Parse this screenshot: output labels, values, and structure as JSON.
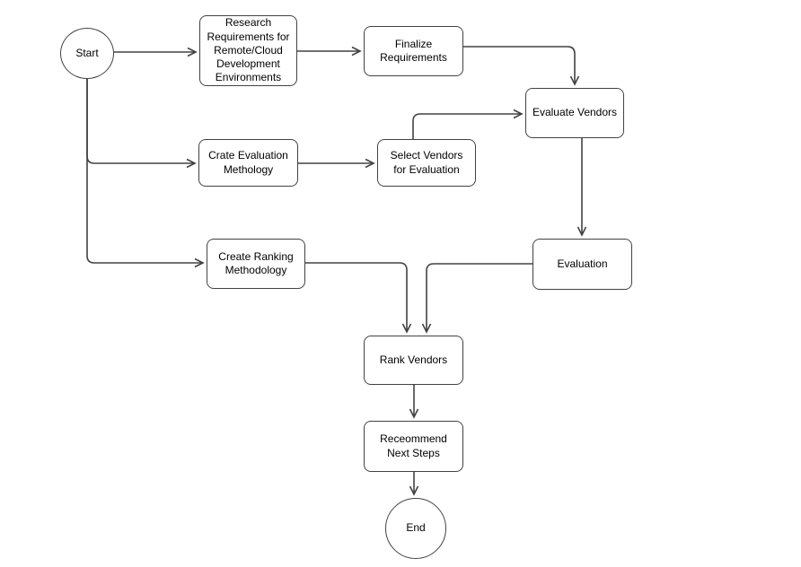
{
  "diagram": {
    "type": "flowchart",
    "colors": {
      "line": "#424242",
      "node_border": "#424242",
      "node_fill": "#ffffff",
      "text": "#000000",
      "background": "#ffffff"
    },
    "nodes": {
      "start": {
        "label": "Start",
        "shape": "ellipse"
      },
      "research": {
        "label": "Research\nRequirements for\nRemote/Cloud\nDevelopment\nEnvironments",
        "shape": "rounded-rect"
      },
      "finalize": {
        "label": "Finalize\nRequirements",
        "shape": "rounded-rect"
      },
      "evaluate_vendors": {
        "label": "Evaluate Vendors",
        "shape": "rounded-rect"
      },
      "crate_eval": {
        "label": "Crate Evaluation\nMethology",
        "shape": "rounded-rect"
      },
      "select_vendors": {
        "label": "Select Vendors\nfor Evaluation",
        "shape": "rounded-rect"
      },
      "create_ranking": {
        "label": "Create Ranking\nMethodology",
        "shape": "rounded-rect"
      },
      "evaluation": {
        "label": "Evaluation",
        "shape": "rounded-rect"
      },
      "rank_vendors": {
        "label": "Rank Vendors",
        "shape": "rounded-rect"
      },
      "recommend": {
        "label": "Receommend\nNext Steps",
        "shape": "rounded-rect"
      },
      "end": {
        "label": "End",
        "shape": "ellipse"
      }
    },
    "edges": [
      {
        "from": "start",
        "to": "research"
      },
      {
        "from": "research",
        "to": "finalize"
      },
      {
        "from": "finalize",
        "to": "evaluate_vendors"
      },
      {
        "from": "start",
        "to": "crate_eval"
      },
      {
        "from": "start",
        "to": "create_ranking"
      },
      {
        "from": "crate_eval",
        "to": "select_vendors"
      },
      {
        "from": "select_vendors",
        "to": "evaluate_vendors"
      },
      {
        "from": "evaluate_vendors",
        "to": "evaluation"
      },
      {
        "from": "create_ranking",
        "to": "rank_vendors"
      },
      {
        "from": "evaluation",
        "to": "rank_vendors"
      },
      {
        "from": "rank_vendors",
        "to": "recommend"
      },
      {
        "from": "recommend",
        "to": "end"
      }
    ]
  }
}
